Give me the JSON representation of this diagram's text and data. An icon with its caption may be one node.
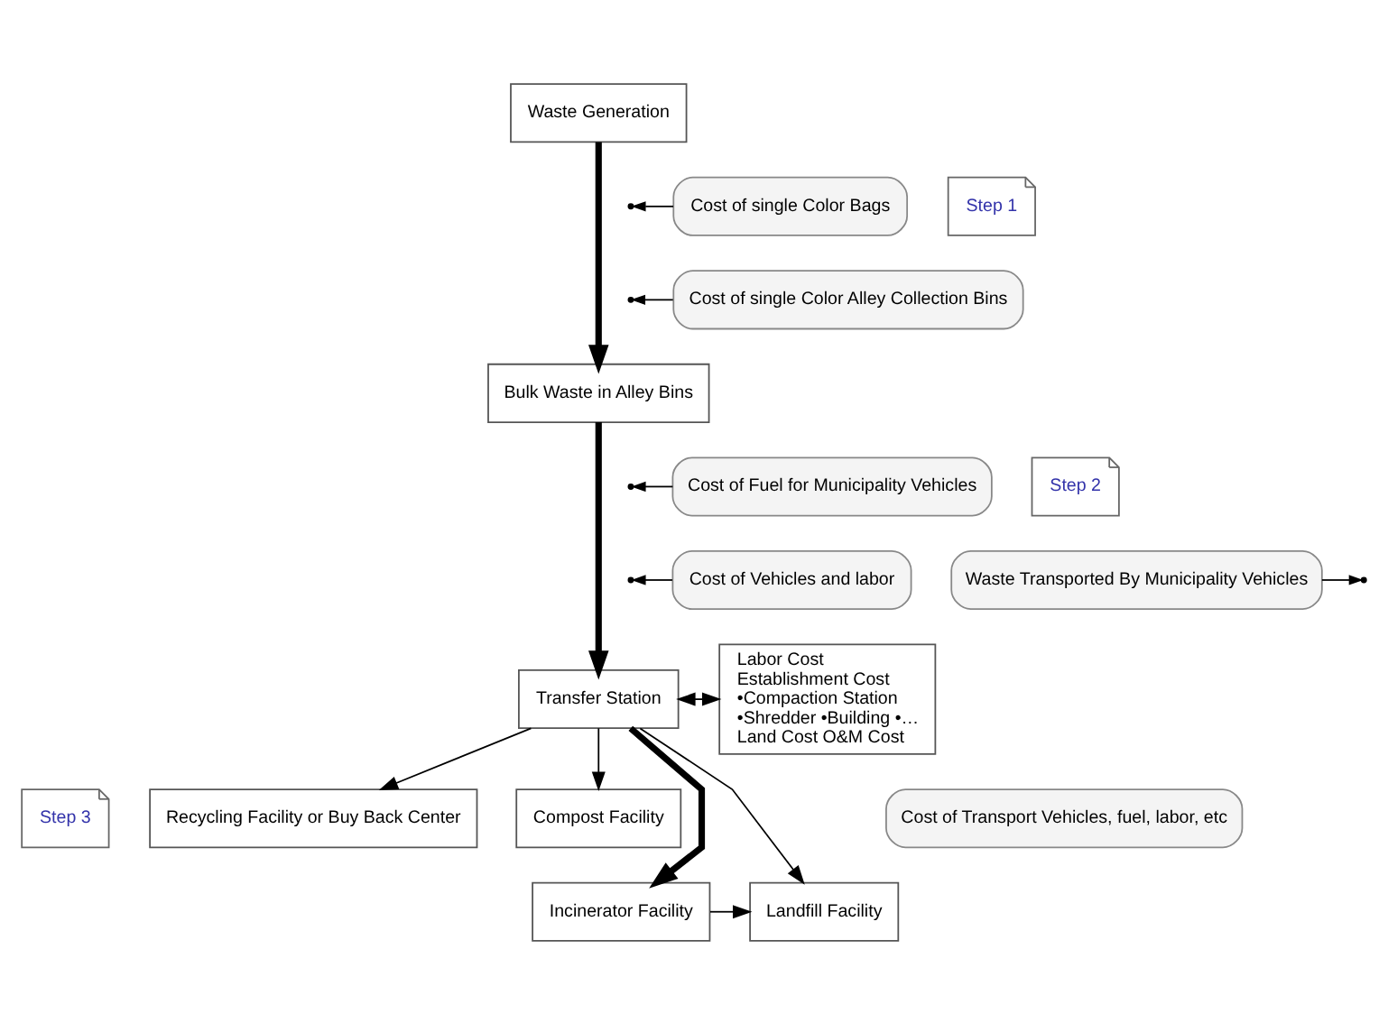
{
  "diagram": {
    "nodes": [
      {
        "text": [
          "Waste Generation"
        ]
      },
      {
        "text": [
          "Cost of single Color Bags"
        ]
      },
      {
        "text": [
          "Step 1"
        ]
      },
      {
        "text": [
          "Cost of single Color Alley Collection Bins"
        ]
      },
      {
        "text": [
          "Bulk Waste in Alley Bins"
        ]
      },
      {
        "text": [
          "Cost of Fuel for Municipality Vehicles"
        ]
      },
      {
        "text": [
          "Step 2"
        ]
      },
      {
        "text": [
          "Cost of Vehicles and labor"
        ]
      },
      {
        "text": [
          "Waste Transported By Municipality Vehicles"
        ]
      },
      {
        "text": [
          "Transfer Station"
        ]
      },
      {
        "text": [
          "Labor Cost Establishment Cost •Compaction Station •Shredder •Building •… Land Cost O&M Cost"
        ]
      },
      {
        "text": [
          "Step 3"
        ]
      },
      {
        "text": [
          "Recycling Facility or Buy Back Center"
        ]
      },
      {
        "text": [
          "Cost of Transport Vehicles, fuel, labor, etc"
        ]
      },
      {
        "text": [
          "Compost Facility"
        ]
      },
      {
        "text": [
          "Incinerator Facility"
        ]
      },
      {
        "text": [
          "Landfill Facility"
        ]
      }
    ],
    "edges": [
      {
        "from": 0,
        "to": 4,
        "arrow": "to",
        "style": "thick"
      },
      {
        "from": 1,
        "to": null,
        "arrow": "to"
      },
      {
        "from": 3,
        "to": null,
        "arrow": "to"
      },
      {
        "from": 4,
        "to": 9,
        "arrow": "to",
        "style": "thick"
      },
      {
        "from": 5,
        "to": null,
        "arrow": "to"
      },
      {
        "from": 7,
        "to": null,
        "arrow": "to"
      },
      {
        "from": 8,
        "to": null,
        "arrow": "to"
      },
      {
        "from": 9,
        "to": 10,
        "arrow": "both"
      },
      {
        "from": 9,
        "to": 15,
        "arrow": "to",
        "style": "thick"
      },
      {
        "from": 9,
        "to": 12,
        "arrow": "to"
      },
      {
        "from": 9,
        "to": 14,
        "arrow": "to"
      },
      {
        "from": 9,
        "to": 16,
        "arrow": "to"
      },
      {
        "from": 15,
        "to": 16,
        "arrow": "to"
      }
    ]
  }
}
